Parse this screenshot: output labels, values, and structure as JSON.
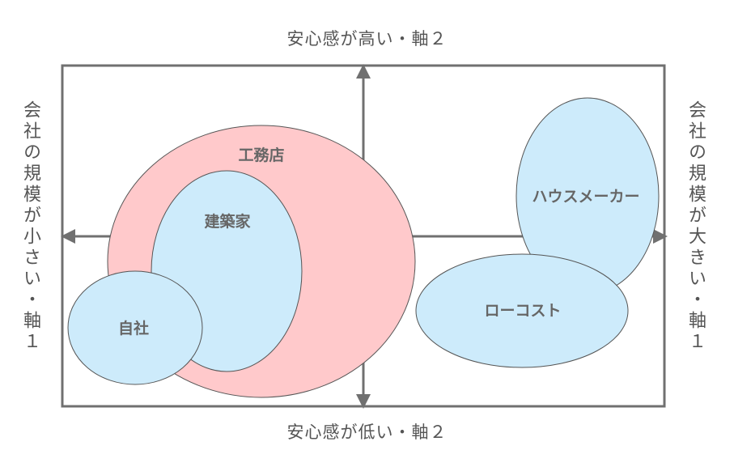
{
  "axes": {
    "top": "安心感が高い・軸２",
    "bottom": "安心感が低い・軸２",
    "left": "会社の規模が小さい・軸１",
    "right": "会社の規模が大きい・軸１"
  },
  "groups": {
    "koumuten": "工務店",
    "kenchikuka": "建築家",
    "jisha": "自社",
    "house_maker": "ハウスメーカー",
    "low_cost": "ローコスト"
  },
  "colors": {
    "frame": "#707070",
    "pink": "#ffc9cb",
    "light_blue": "#cdebfb",
    "outline": "#555555"
  }
}
